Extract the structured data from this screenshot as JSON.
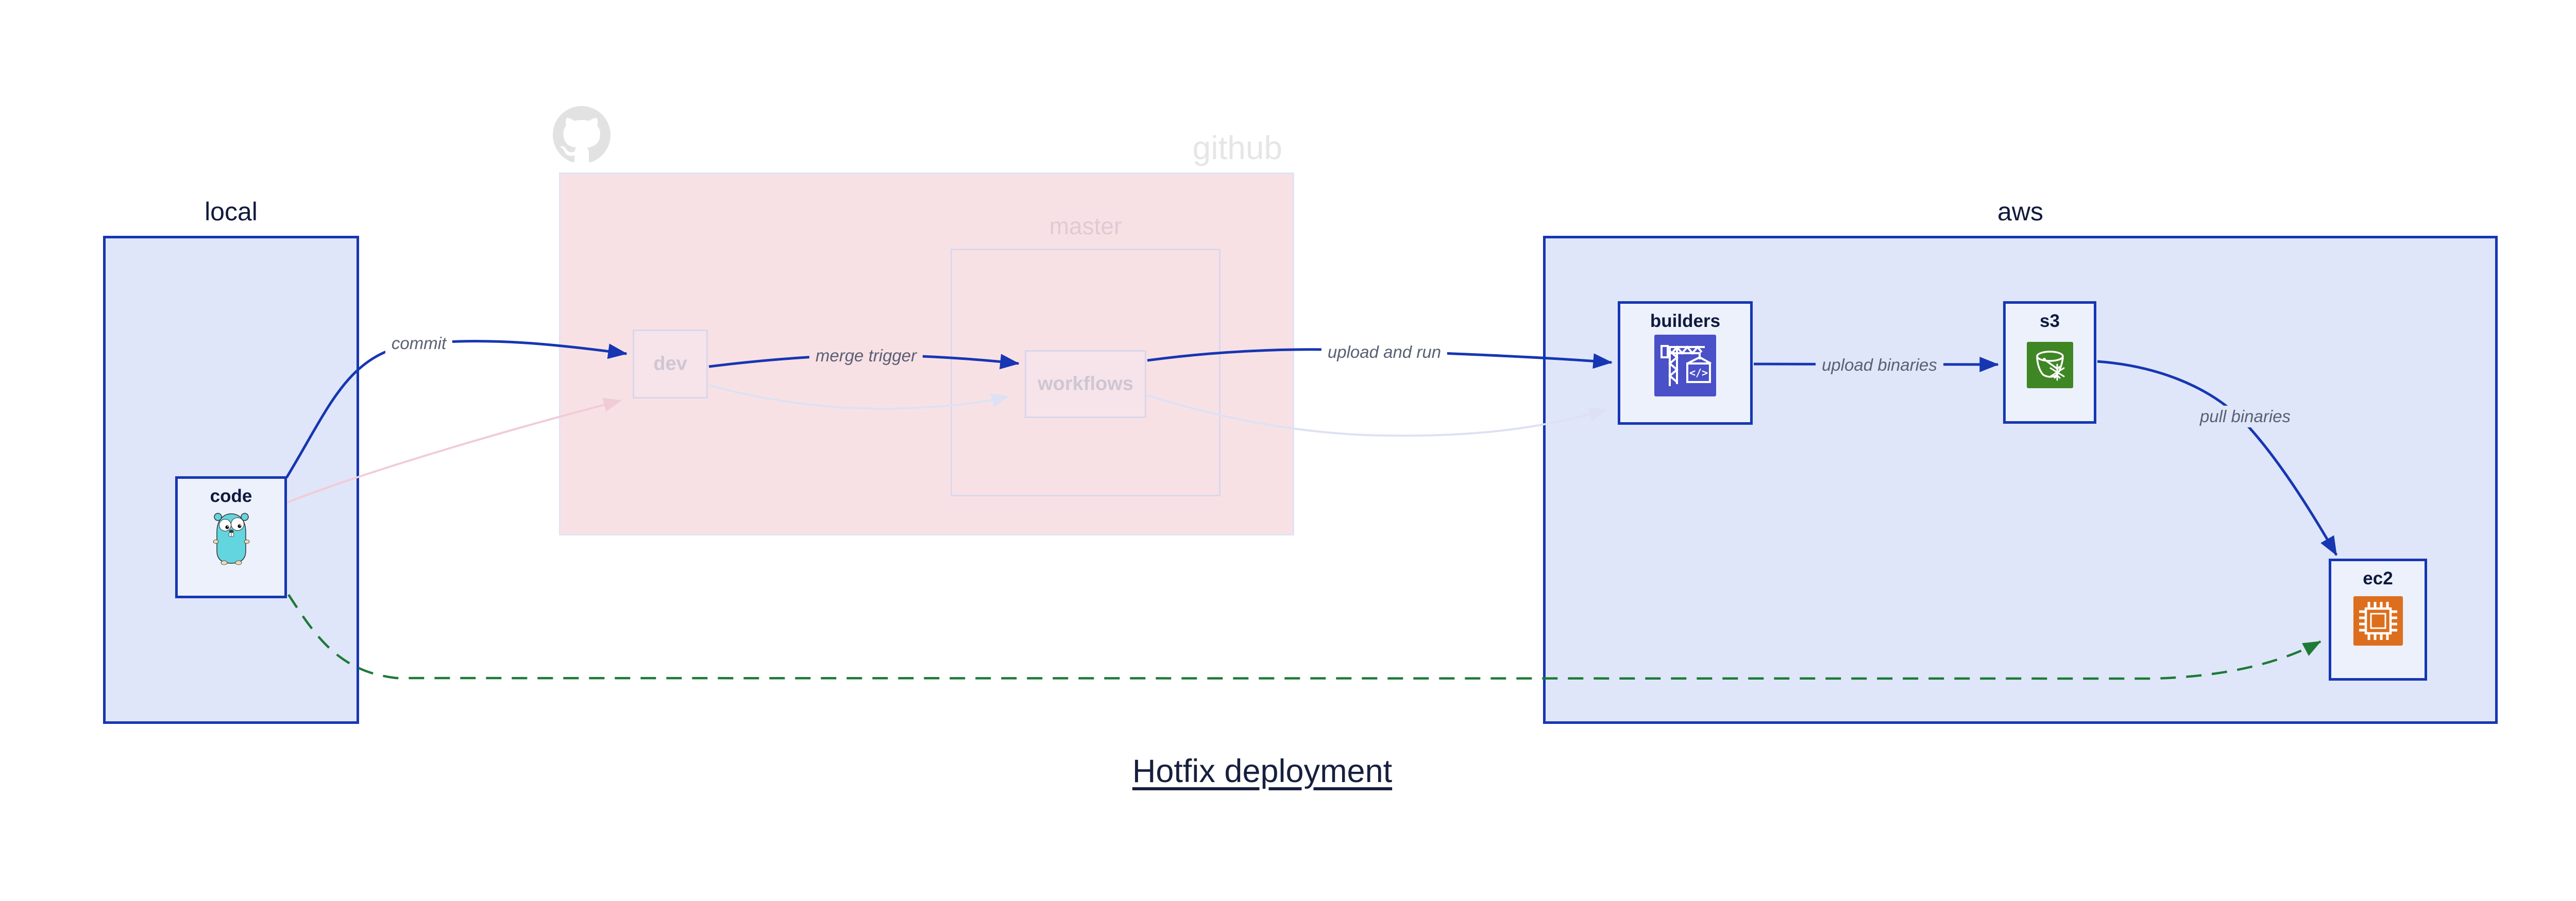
{
  "title": {
    "text": "Hotfix deployment"
  },
  "containers": {
    "local": {
      "label": "local"
    },
    "github": {
      "label": "github"
    },
    "master": {
      "label": "master"
    },
    "aws": {
      "label": "aws"
    }
  },
  "nodes": {
    "code": {
      "label": "code",
      "icon": "go-gopher-icon"
    },
    "dev": {
      "label": "dev",
      "state": "faded"
    },
    "workflows": {
      "label": "workflows",
      "state": "faded"
    },
    "builders": {
      "label": "builders",
      "icon": "codebuild-crane-icon",
      "icon_text": "</>"
    },
    "s3": {
      "label": "s3",
      "icon": "s3-glacier-bucket-icon"
    },
    "ec2": {
      "label": "ec2",
      "icon": "ec2-chip-icon"
    }
  },
  "edges": {
    "commit": {
      "label": "commit",
      "from": "code",
      "to": "dev",
      "style": "active-blue"
    },
    "merge_trigger": {
      "label": "merge trigger",
      "from": "dev",
      "to": "workflows",
      "style": "active-blue"
    },
    "upload_and_run": {
      "label": "upload and run",
      "from": "workflows",
      "to": "builders",
      "style": "active-blue"
    },
    "upload_binaries": {
      "label": "upload binaries",
      "from": "builders",
      "to": "s3",
      "style": "active-blue"
    },
    "pull_binaries": {
      "label": "pull binaries",
      "from": "s3",
      "to": "ec2",
      "style": "active-blue"
    },
    "faded_commit": {
      "label": "",
      "from": "code",
      "to": "dev",
      "style": "faded-pink"
    },
    "faded_merge": {
      "label": "",
      "from": "dev",
      "to": "workflows",
      "style": "faded-lavender"
    },
    "faded_upload": {
      "label": "",
      "from": "workflows",
      "to": "builders",
      "style": "faded-lavender"
    },
    "hotfix_path": {
      "label": "",
      "from": "code",
      "to": "ec2",
      "style": "dashed-green"
    }
  },
  "colors": {
    "deep_blue": "#1636b2",
    "container_fill": "#dfe6f9",
    "node_fill": "#edf1fc",
    "navy_text": "#0f1b3d",
    "github_fill": "#f8e1e5",
    "faded_border": "#d9d6ec",
    "faded_text": "#cfc6d4",
    "edge_label_gray": "#5a6074",
    "hotfix_green": "#1d7a37",
    "faded_pink_edge": "#f1ccd6",
    "faded_lavender_edge": "#dee1f3",
    "codebuild_indigo": "#4a50c8",
    "s3_green": "#3f8624",
    "ec2_orange": "#dd6e1d",
    "octocat_gray": "#e3e2e2",
    "gopher_teal": "#63d5de"
  }
}
